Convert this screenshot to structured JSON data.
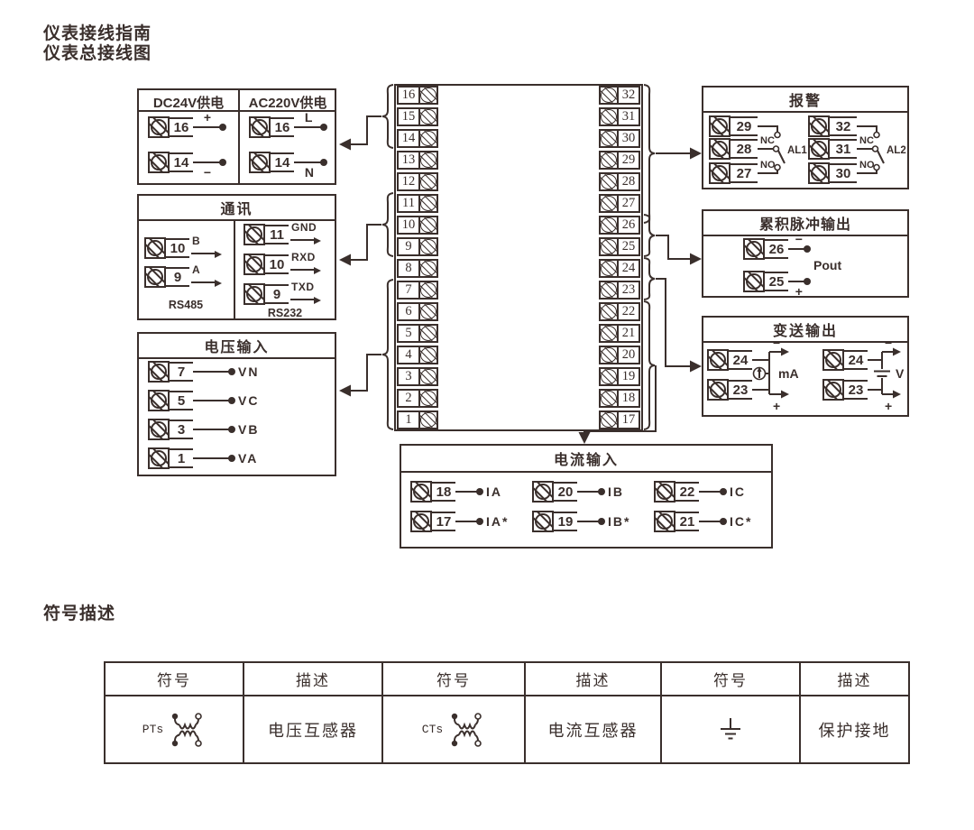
{
  "page": {
    "title_line1": "仪表接线指南",
    "title_line2": "仪表总接线图",
    "section2_title": "符号描述"
  },
  "power_box": {
    "col_dc": {
      "title": "DC24V供电",
      "terminals": [
        {
          "num": "16",
          "sign": "+"
        },
        {
          "num": "14",
          "sign": "−"
        }
      ]
    },
    "col_ac": {
      "title": "AC220V供电",
      "terminals": [
        {
          "num": "16",
          "sign": "L"
        },
        {
          "num": "14",
          "sign": "N"
        }
      ]
    }
  },
  "comm_box": {
    "title": "通讯",
    "rs485": {
      "label": "RS485",
      "terminals": [
        {
          "num": "10",
          "signal": "B"
        },
        {
          "num": "9",
          "signal": "A"
        }
      ]
    },
    "rs232": {
      "label": "RS232",
      "terminals": [
        {
          "num": "11",
          "signal": "GND"
        },
        {
          "num": "10",
          "signal": "RXD"
        },
        {
          "num": "9",
          "signal": "TXD"
        }
      ]
    }
  },
  "voltage_box": {
    "title": "电压输入",
    "terminals": [
      {
        "num": "7",
        "label": "VN"
      },
      {
        "num": "5",
        "label": "VC"
      },
      {
        "num": "3",
        "label": "VB"
      },
      {
        "num": "1",
        "label": "VA"
      }
    ]
  },
  "strip": {
    "left_numbers": [
      "16",
      "15",
      "14",
      "13",
      "12",
      "11",
      "10",
      "9",
      "8",
      "7",
      "6",
      "5",
      "4",
      "3",
      "2",
      "1"
    ],
    "right_numbers": [
      "32",
      "31",
      "30",
      "29",
      "28",
      "27",
      "26",
      "25",
      "24",
      "23",
      "22",
      "21",
      "20",
      "19",
      "18",
      "17"
    ]
  },
  "alarm_box": {
    "title": "报警",
    "relay1": {
      "name": "AL1",
      "nc_label": "NC",
      "no_label": "NO",
      "terminals": [
        "29",
        "28",
        "27"
      ]
    },
    "relay2": {
      "name": "AL2",
      "nc_label": "NC",
      "no_label": "NO",
      "terminals": [
        "32",
        "31",
        "30"
      ]
    }
  },
  "pulse_box": {
    "title": "累积脉冲输出",
    "terminals": [
      {
        "num": "26",
        "sign": "−"
      },
      {
        "num": "25",
        "sign": "+"
      }
    ],
    "output_label": "Pout"
  },
  "xmit_box": {
    "title": "变送输出",
    "current_group": {
      "terminals": [
        "24",
        "23"
      ],
      "unit": "mA",
      "top_sign": "−",
      "bottom_sign": "+"
    },
    "voltage_group": {
      "terminals": [
        "24",
        "23"
      ],
      "unit": "V",
      "top_sign": "−",
      "bottom_sign": "+"
    }
  },
  "current_box": {
    "title": "电流输入",
    "groups": [
      {
        "rows": [
          {
            "num": "18",
            "label": "IA"
          },
          {
            "num": "17",
            "label": "IA*"
          }
        ]
      },
      {
        "rows": [
          {
            "num": "20",
            "label": "IB"
          },
          {
            "num": "19",
            "label": "IB*"
          }
        ]
      },
      {
        "rows": [
          {
            "num": "22",
            "label": "IC"
          },
          {
            "num": "21",
            "label": "IC*"
          }
        ]
      }
    ]
  },
  "symbol_table": {
    "headers": [
      "符号",
      "描述",
      "符号",
      "描述",
      "符号",
      "描述"
    ],
    "row": {
      "sym1": "PTs",
      "desc1": "电压互感器",
      "sym2": "CTs",
      "desc2": "电流互感器",
      "sym3": "protective-earth",
      "desc3": "保护接地"
    }
  },
  "colors": {
    "ink": "#3a2f2c",
    "background": "#ffffff"
  }
}
